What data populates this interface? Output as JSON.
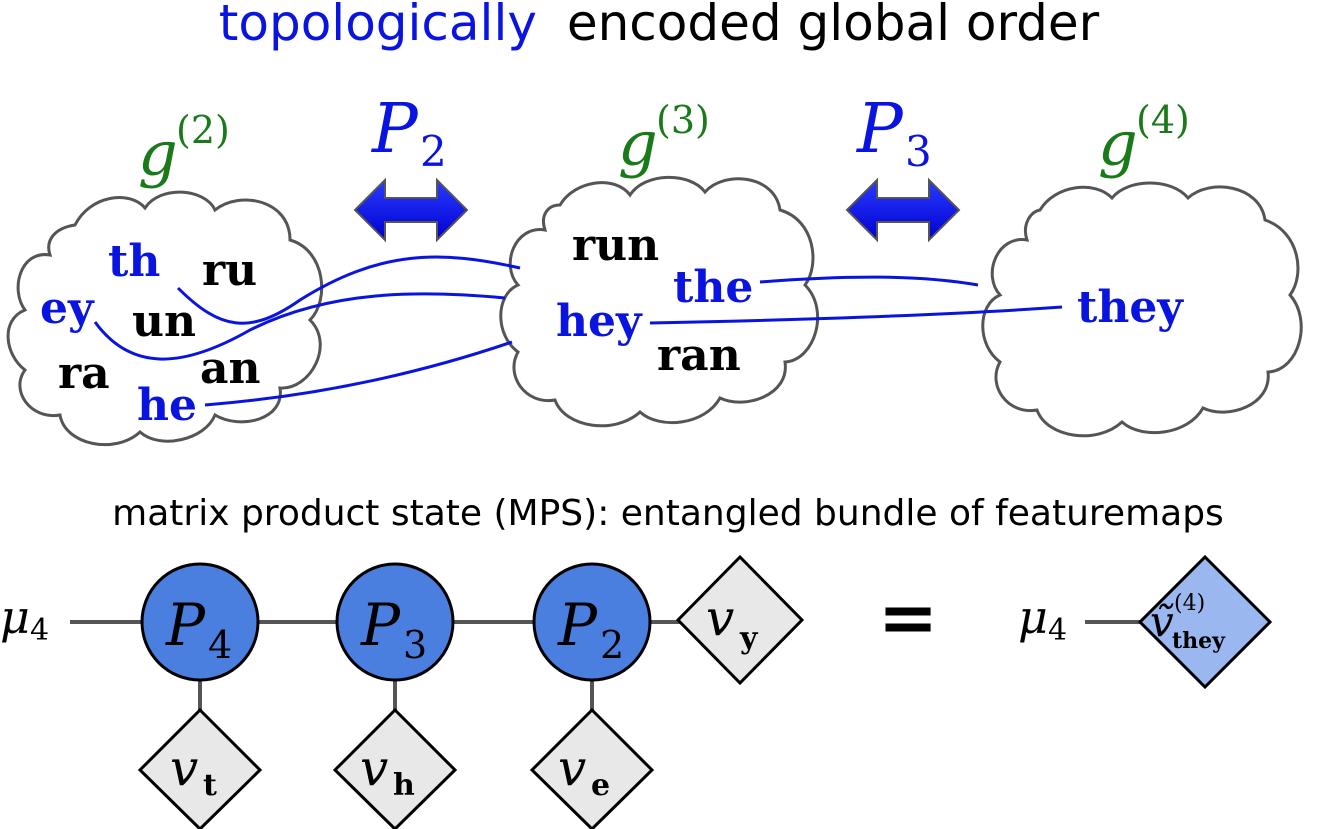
{
  "title": {
    "highlight": "topologically",
    "rest": "encoded global order"
  },
  "colors": {
    "blue": "#0a14e0",
    "green": "#1a7a1a",
    "black": "#000000",
    "node_fill": "#4a7fe0",
    "tensor_fill": "#e8e8e8",
    "result_fill": "#9bb7f0",
    "edge_gray": "#555555",
    "cloud_stroke": "#555555"
  },
  "clouds": [
    {
      "label_base": "g",
      "label_sup": "(2)",
      "words": [
        {
          "text": "th",
          "color": "blue"
        },
        {
          "text": "ru",
          "color": "black"
        },
        {
          "text": "ey",
          "color": "blue"
        },
        {
          "text": "un",
          "color": "black"
        },
        {
          "text": "ra",
          "color": "black"
        },
        {
          "text": "an",
          "color": "black"
        },
        {
          "text": "he",
          "color": "blue"
        }
      ]
    },
    {
      "label_base": "g",
      "label_sup": "(3)",
      "words": [
        {
          "text": "run",
          "color": "black"
        },
        {
          "text": "the",
          "color": "blue"
        },
        {
          "text": "hey",
          "color": "blue"
        },
        {
          "text": "ran",
          "color": "black"
        }
      ]
    },
    {
      "label_base": "g",
      "label_sup": "(4)",
      "words": [
        {
          "text": "they",
          "color": "blue"
        }
      ]
    }
  ],
  "projections": [
    {
      "base": "P",
      "sub": "2"
    },
    {
      "base": "P",
      "sub": "3"
    }
  ],
  "caption": "matrix product state (MPS): entangled bundle of featuremaps",
  "mps": {
    "left_index": {
      "base": "μ",
      "sub": "4"
    },
    "nodes": [
      {
        "base": "P",
        "sub": "4",
        "leg": {
          "base": "v",
          "sub": "t"
        }
      },
      {
        "base": "P",
        "sub": "3",
        "leg": {
          "base": "v",
          "sub": "h"
        }
      },
      {
        "base": "P",
        "sub": "2",
        "leg": {
          "base": "v",
          "sub": "e"
        }
      }
    ],
    "end_tensor": {
      "base": "v",
      "sub": "y"
    },
    "equals": "=",
    "result_index": {
      "base": "μ",
      "sub": "4"
    },
    "result": {
      "base": "ṽ",
      "sup": "(4)",
      "sub": "they"
    }
  }
}
